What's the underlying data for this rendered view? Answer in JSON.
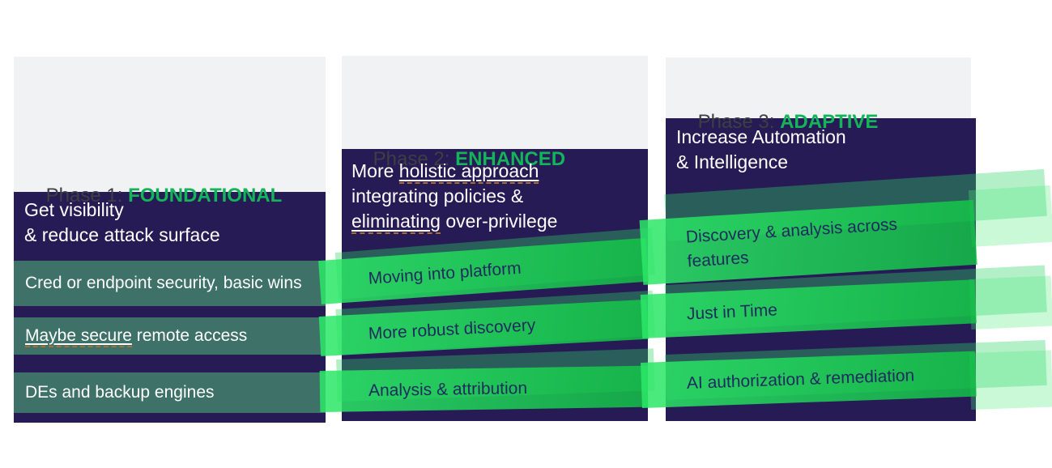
{
  "colors": {
    "navy": "#261b55",
    "panel_gray": "#f1f2f4",
    "teal_row": "#3e7268",
    "accent_green": "#14b45a",
    "phase_text": "#3d3f42",
    "band_text": "#1e2b5e",
    "underline": "#ab6e2f",
    "band_green": "#2ce268",
    "band_green_pale": "#c9f4ce"
  },
  "col1": {
    "phase_prefix": "Phase 1: ",
    "phase_accent": "FOUNDATIONAL",
    "header_line1": "Get visibility",
    "header_line2": "& reduce attack surface",
    "row1": "Cred or endpoint security, basic wins",
    "row2_underlined": "Maybe secure",
    "row2_rest": " remote access",
    "row3": "DEs and backup engines"
  },
  "col2": {
    "phase_prefix": "Phase 2: ",
    "phase_accent": "ENHANCED",
    "header_line1_pre": "More ",
    "header_line1_underlined": "holistic approach",
    "header_line2": "integrating policies &",
    "header_line3_underlined": "eliminating",
    "header_line3_post": " over-privilege",
    "band1": "Moving into platform",
    "band2": "More robust discovery",
    "band3": "Analysis & attribution"
  },
  "col3": {
    "phase_prefix": "Phase 3: ",
    "phase_accent": "ADAPTIVE",
    "header_line1": "Increase Automation",
    "header_line2": "& Intelligence",
    "band1": "Discovery & analysis across features",
    "band2": "Just in Time",
    "band3": "AI authorization & remediation"
  }
}
